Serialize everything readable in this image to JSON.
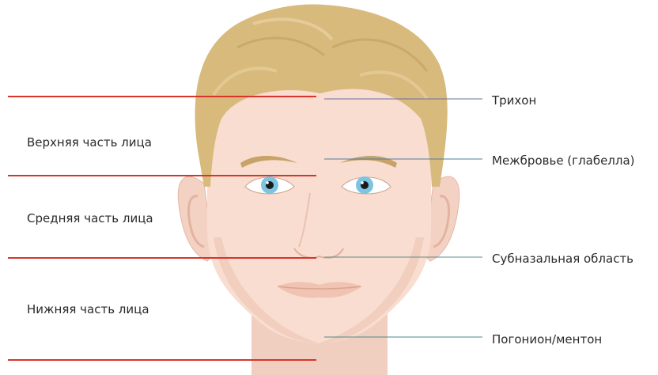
{
  "zones": [
    {
      "label": "Верхняя часть лица"
    },
    {
      "label": "Средняя часть лица"
    },
    {
      "label": "Нижняя часть лица"
    }
  ],
  "landmarks": [
    {
      "label": "Трихон"
    },
    {
      "label": "Межбровье (глабелла)"
    },
    {
      "label": "Субназальная область"
    },
    {
      "label": "Погонион/ментон"
    }
  ],
  "colors": {
    "divider_line": "#d8342a",
    "pointer_line": "#6b6fa3",
    "hair": "#d8ba7c",
    "hair_shadow": "#b99456",
    "skin": "#f8ddd0",
    "skin_shadow": "#ecbfad",
    "iris": "#7cc4e2"
  },
  "icons": {
    "face": "face-illustration-icon"
  }
}
